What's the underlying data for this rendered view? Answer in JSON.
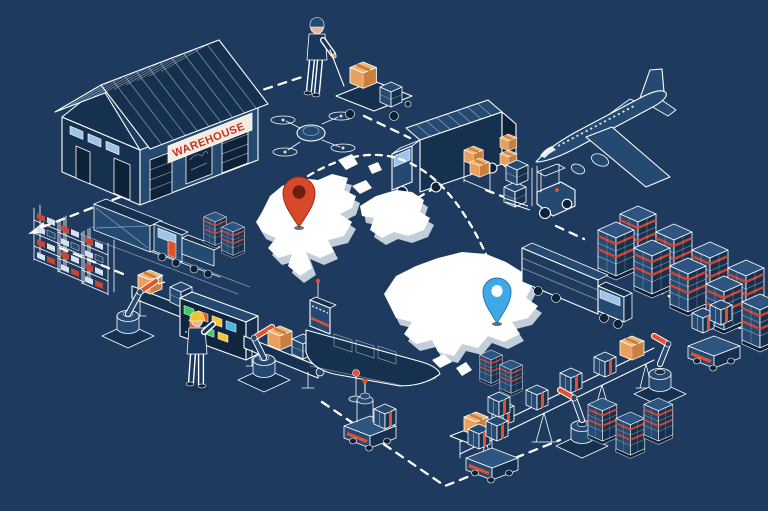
{
  "scene": {
    "type": "isometric-illustration",
    "subject": "Global logistics and smart warehouse supply chain illustration",
    "background_color": "#1e3a5f",
    "colors": {
      "background": "#1e3a5f",
      "line": "#ffffff",
      "line_soft": "#b9c9da",
      "fill_dark": "#16304f",
      "fill_mid": "#254a72",
      "fill_deep": "#0d2138",
      "fill_top": "#2e5480",
      "panel_navy": "#10263f",
      "body_navy": "#18365e",
      "accent_orange": "#e2512e",
      "accent_red": "#cc4533",
      "box_tan": "#e8a05c",
      "box_tan_light": "#f0b46f",
      "box_tan_dark": "#c9803f",
      "map_white": "#ffffff",
      "map_side": "#c3cedb",
      "pin_origin": "#d8492a",
      "pin_origin_hole": "#6b1d0e",
      "pin_destination": "#3fa9e8",
      "pin_destination_hole": "#ffffff",
      "helmet_yellow": "#f2c230",
      "skin": "#e9b39b",
      "sign_bg": "#f3ede1",
      "sign_text": "#c43325",
      "window_blue": "#9ec5e8",
      "screen_green": "#46c964",
      "screen_red": "#e25b2e",
      "screen_yellow": "#f3c53a",
      "screen_blue": "#49b6e8"
    },
    "warehouse": {
      "sign_label": "WAREHOUSE"
    },
    "elements": [
      "warehouse-building",
      "warehouse-sign",
      "storage-racks",
      "freight-train",
      "worker-hand-truck",
      "delivery-drone",
      "box-truck",
      "cargo-airplane",
      "forklift-truck",
      "world-map",
      "origin-pin",
      "destination-pin",
      "route-arc",
      "dashed-route-network",
      "pallet-stacks",
      "semi-truck",
      "conveyor-sorting-station",
      "robotic-arms",
      "factory-worker",
      "container-ship",
      "signal-buoy",
      "agv-robots",
      "elevated-conveyor"
    ]
  }
}
